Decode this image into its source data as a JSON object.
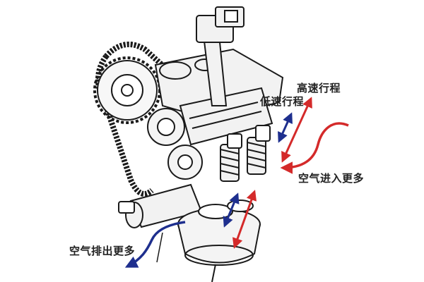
{
  "labels": {
    "high_speed_lift": "高速行程",
    "low_speed_lift": "低速行程",
    "more_air_in": "空气进入更多",
    "more_air_out": "空气排出更多"
  },
  "colors": {
    "intake_arrow": "#d42a2a",
    "exhaust_arrow": "#1e2f8e",
    "line_art": "#1a1a1a",
    "fill": "#f2f2f2"
  },
  "icons": {
    "intake_flow": "curved-arrow-right-to-left",
    "exhaust_flow": "curved-arrow-left-down",
    "lift_indicator": "double-headed-arrow"
  }
}
